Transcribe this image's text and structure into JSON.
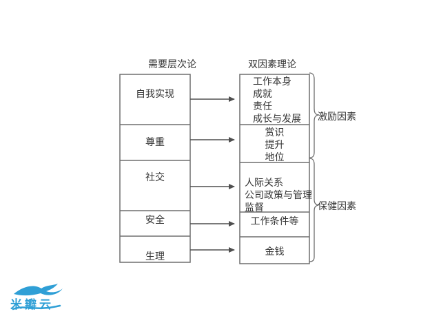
{
  "colors": {
    "line_gray": "#6e6e6e",
    "text_dark": "#333333",
    "brand_blue": "#2f9fd6"
  },
  "diagram": {
    "left_theory": {
      "title": "需要层次论",
      "levels": [
        {
          "label": "自我实现"
        },
        {
          "label": "尊重"
        },
        {
          "label": "社交"
        },
        {
          "label": "安全"
        },
        {
          "label": "生理"
        }
      ]
    },
    "right_theory": {
      "title": "双因素理论",
      "sections": [
        {
          "lines": [
            "工作本身",
            "成就",
            "责任",
            "成长与发展"
          ]
        },
        {
          "lines": [
            "赏识",
            "提升",
            "地位"
          ]
        },
        {
          "lines": [
            "人际关系",
            "公司政策与管理",
            "监督"
          ]
        },
        {
          "lines": [
            "工作条件等"
          ]
        },
        {
          "lines": [
            "金钱"
          ]
        }
      ]
    },
    "factor_groups": [
      {
        "label": "激励因素"
      },
      {
        "label": "保健因素"
      }
    ]
  },
  "watermark": {
    "brand": "米瓣云"
  }
}
